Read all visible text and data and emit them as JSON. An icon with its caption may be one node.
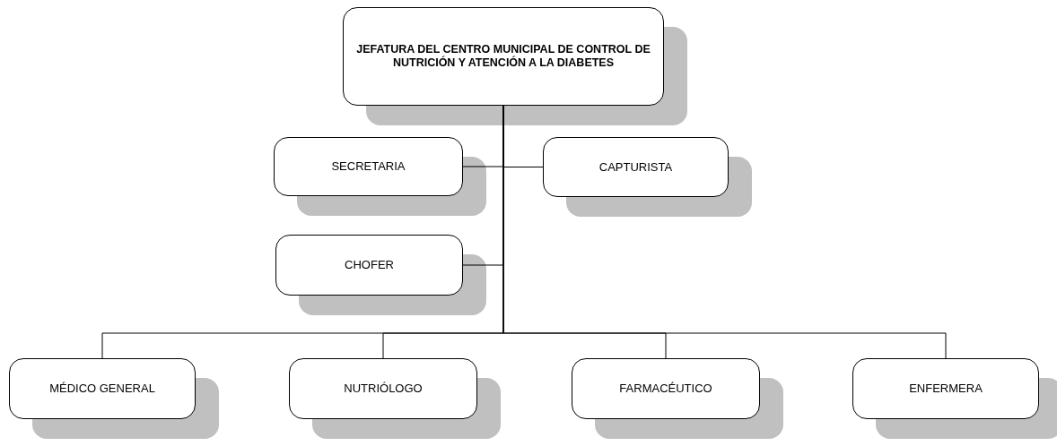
{
  "diagram": {
    "nodes": [
      {
        "text": [
          "JEFATURA DEL CENTRO MUNICIPAL DE CONTROL DE NUTRICIÓN Y ATENCIÓN A LA DIABETES"
        ]
      },
      {
        "text": [
          "SECRETARIA"
        ]
      },
      {
        "text": [
          "CAPTURISTA"
        ]
      },
      {
        "text": [
          "CHOFER"
        ]
      },
      {
        "text": [
          "MÉDICO GENERAL"
        ]
      },
      {
        "text": [
          "NUTRIÓLOGO"
        ]
      },
      {
        "text": [
          "FARMACÉUTICO"
        ]
      },
      {
        "text": [
          "ENFERMERA"
        ]
      }
    ],
    "edges": [
      {
        "from": 0,
        "to": 1,
        "arrow": "none"
      },
      {
        "from": 0,
        "to": 2,
        "arrow": "none"
      },
      {
        "from": 0,
        "to": 3,
        "arrow": "none"
      },
      {
        "from": 0,
        "to": 4,
        "arrow": "none"
      },
      {
        "from": 0,
        "to": 5,
        "arrow": "none"
      },
      {
        "from": 0,
        "to": 6,
        "arrow": "none"
      },
      {
        "from": 0,
        "to": 7,
        "arrow": "none"
      }
    ]
  }
}
